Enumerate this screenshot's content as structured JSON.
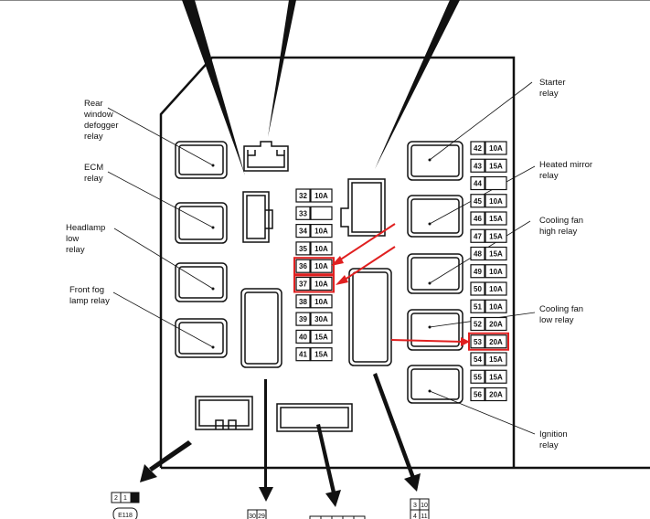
{
  "labels": {
    "rear_window_defogger_relay": [
      "Rear",
      "window",
      "defogger",
      "relay"
    ],
    "ecm_relay": [
      "ECM",
      "relay"
    ],
    "headlamp_low_relay": [
      "Headlamp",
      "low",
      "relay"
    ],
    "front_fog_lamp_relay": [
      "Front fog",
      "lamp relay"
    ],
    "starter_relay": [
      "Starter",
      "relay"
    ],
    "heated_mirror_relay": [
      "Heated mirror",
      "relay"
    ],
    "cooling_fan_high_relay": [
      "Cooling fan",
      "high relay"
    ],
    "cooling_fan_low_relay": [
      "Cooling fan",
      "low relay"
    ],
    "ignition_relay": [
      "Ignition",
      "relay"
    ]
  },
  "fuses_left": [
    {
      "num": "32",
      "amp": "10A"
    },
    {
      "num": "33",
      "amp": ""
    },
    {
      "num": "34",
      "amp": "10A"
    },
    {
      "num": "35",
      "amp": "10A"
    },
    {
      "num": "36",
      "amp": "10A",
      "highlight": true
    },
    {
      "num": "37",
      "amp": "10A",
      "highlight": true
    },
    {
      "num": "38",
      "amp": "10A"
    },
    {
      "num": "39",
      "amp": "30A"
    },
    {
      "num": "40",
      "amp": "15A"
    },
    {
      "num": "41",
      "amp": "15A"
    }
  ],
  "fuses_right": [
    {
      "num": "42",
      "amp": "10A"
    },
    {
      "num": "43",
      "amp": "15A"
    },
    {
      "num": "44",
      "amp": ""
    },
    {
      "num": "45",
      "amp": "10A"
    },
    {
      "num": "46",
      "amp": "15A"
    },
    {
      "num": "47",
      "amp": "15A"
    },
    {
      "num": "48",
      "amp": "15A"
    },
    {
      "num": "49",
      "amp": "10A"
    },
    {
      "num": "50",
      "amp": "10A"
    },
    {
      "num": "51",
      "amp": "10A"
    },
    {
      "num": "52",
      "amp": "20A"
    },
    {
      "num": "53",
      "amp": "20A",
      "highlight": true
    },
    {
      "num": "54",
      "amp": "15A"
    },
    {
      "num": "55",
      "amp": "15A"
    },
    {
      "num": "56",
      "amp": "20A"
    }
  ],
  "connectors": {
    "e118_pins": [
      "2",
      "1"
    ],
    "e118_label": "E118",
    "c2_pins": [
      "30",
      "29"
    ],
    "c4_pins": [
      "4",
      "3",
      "11",
      "10"
    ]
  },
  "colors": {
    "highlight": "#e02020",
    "line": "#111111"
  }
}
